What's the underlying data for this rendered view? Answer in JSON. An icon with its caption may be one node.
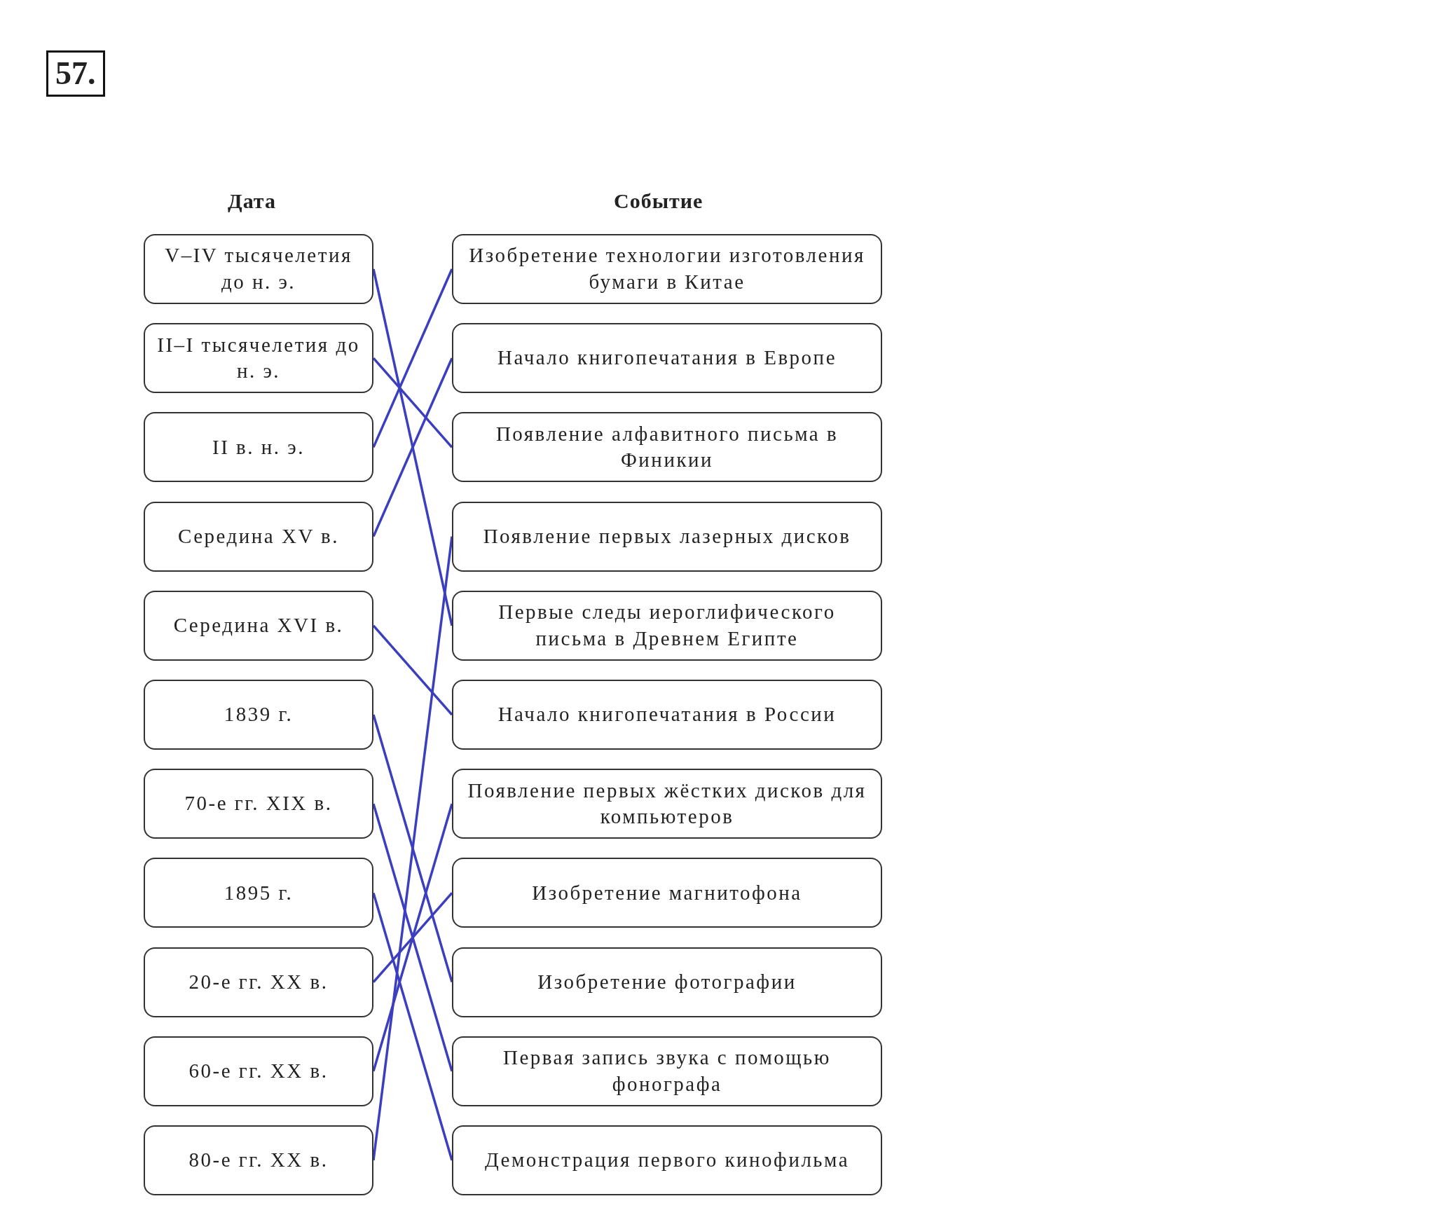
{
  "diagram": {
    "title": "57.",
    "nodes": [
      {
        "text": [
          "V–IV тысячелетия до н. э."
        ]
      },
      {
        "text": [
          "II–I тысячелетия до н. э."
        ]
      },
      {
        "text": [
          "II в. н. э."
        ]
      },
      {
        "text": [
          "Середина XV в."
        ]
      },
      {
        "text": [
          "Середина XVI в."
        ]
      },
      {
        "text": [
          "1839 г."
        ]
      },
      {
        "text": [
          "70-е гг. XIX в."
        ]
      },
      {
        "text": [
          "1895 г."
        ]
      },
      {
        "text": [
          "20-е гг. XX в."
        ]
      },
      {
        "text": [
          "60-е гг. XX в."
        ]
      },
      {
        "text": [
          "80-е гг. XX в."
        ]
      },
      {
        "text": [
          "Изобретение технологии изготовления бумаги в Китае"
        ]
      },
      {
        "text": [
          "Начало книгопечатания в Европе"
        ]
      },
      {
        "text": [
          "Появление алфавитного письма в Финикии"
        ]
      },
      {
        "text": [
          "Появление первых лазерных дисков"
        ]
      },
      {
        "text": [
          "Первые следы иероглифического письма в Древнем Египте"
        ]
      },
      {
        "text": [
          "Начало книгопечатания в России"
        ]
      },
      {
        "text": [
          "Появление первых жёстких дисков для компьютеров"
        ]
      },
      {
        "text": [
          "Изобретение магнитофона"
        ]
      },
      {
        "text": [
          "Изобретение фотографии"
        ]
      },
      {
        "text": [
          "Первая запись звука с помощью фонографа"
        ]
      },
      {
        "text": [
          "Демонстрация первого кинофильма"
        ]
      }
    ],
    "edges": [
      {
        "from": 0,
        "to": 15,
        "arrow": "none",
        "color": "#3b3fbf"
      },
      {
        "from": 1,
        "to": 13,
        "arrow": "none",
        "color": "#3b3fbf"
      },
      {
        "from": 2,
        "to": 11,
        "arrow": "none",
        "color": "#3b3fbf"
      },
      {
        "from": 3,
        "to": 12,
        "arrow": "none",
        "color": "#3b3fbf"
      },
      {
        "from": 4,
        "to": 16,
        "arrow": "none",
        "color": "#3b3fbf"
      },
      {
        "from": 5,
        "to": 19,
        "arrow": "none",
        "color": "#3b3fbf"
      },
      {
        "from": 6,
        "to": 20,
        "arrow": "none",
        "color": "#3b3fbf"
      },
      {
        "from": 7,
        "to": 21,
        "arrow": "none",
        "color": "#3b3fbf"
      },
      {
        "from": 8,
        "to": 18,
        "arrow": "none",
        "color": "#3b3fbf"
      },
      {
        "from": 9,
        "to": 17,
        "arrow": "none",
        "color": "#3b3fbf"
      },
      {
        "from": 10,
        "to": 14,
        "arrow": "none",
        "color": "#3b3fbf"
      }
    ],
    "labels": [
      "Дата",
      "Событие"
    ]
  }
}
